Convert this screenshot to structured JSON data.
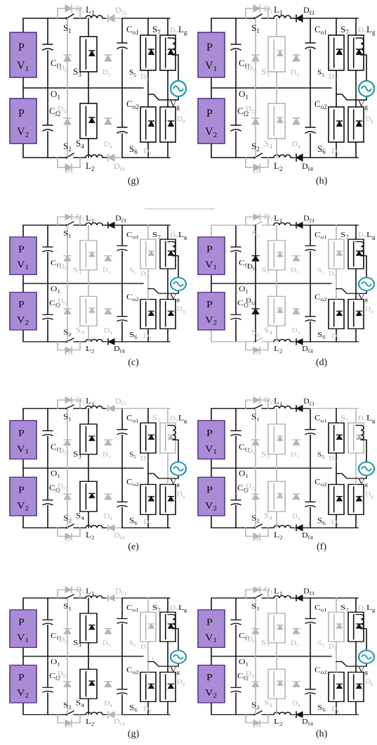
{
  "colors": {
    "source_fill": "#a98bd6",
    "source_stroke": "#4b2e83",
    "active": "#111111",
    "inactive": "#b4b4b4",
    "grid_ac": "#1a9aa6"
  },
  "source_labels": [
    {
      "p": "P",
      "v": "V",
      "sub": "1"
    },
    {
      "p": "P",
      "v": "V",
      "sub": "2"
    }
  ],
  "labels": {
    "L1": {
      "t": "L",
      "s": "1"
    },
    "L2": {
      "t": "L",
      "s": "2"
    },
    "Lg": {
      "t": "L",
      "s": "g"
    },
    "S1": {
      "t": "S",
      "s": "1"
    },
    "S2": {
      "t": "S",
      "s": "2"
    },
    "S3": {
      "t": "S",
      "s": "3"
    },
    "S4": {
      "t": "S",
      "s": "4"
    },
    "S5": {
      "t": "S",
      "s": "5"
    },
    "S6": {
      "t": "S",
      "s": "6"
    },
    "S7": {
      "t": "S",
      "s": "7"
    },
    "D1": {
      "t": "D",
      "s": "1"
    },
    "D2": {
      "t": "D",
      "s": "2"
    },
    "D3": {
      "t": "D",
      "s": "3"
    },
    "D4": {
      "t": "D",
      "s": "4"
    },
    "D5": {
      "t": "D",
      "s": "5"
    },
    "D6": {
      "t": "D",
      "s": "6"
    },
    "D7": {
      "t": "D",
      "s": "7"
    },
    "D8": {
      "t": "D",
      "s": "8"
    },
    "Df1": {
      "t": "D",
      "s": "f1"
    },
    "Df2": {
      "t": "D",
      "s": "f2"
    },
    "Df3": {
      "t": "D",
      "s": "f3"
    },
    "Df4": {
      "t": "D",
      "s": "f4"
    },
    "Cf1": {
      "t": "C",
      "s": "f1"
    },
    "Cf2": {
      "t": "C",
      "s": "f2"
    },
    "Co1": {
      "t": "C",
      "s": "o1"
    },
    "Co2": {
      "t": "C",
      "s": "o2"
    },
    "O1": {
      "t": "O",
      "s": "1"
    },
    "Vg": {
      "t": "V",
      "s": "g"
    }
  },
  "panels": [
    {
      "caption": "(g)",
      "active": [
        "L1",
        "L2",
        "S1",
        "S2",
        "S3",
        "S4",
        "S5",
        "S6",
        "S7",
        "Co1",
        "Co2",
        "Cf1",
        "Cf2",
        "O1",
        "Lg",
        "Vg"
      ]
    },
    {
      "caption": "(h)",
      "active": [
        "L1",
        "L2",
        "S1",
        "S2",
        "S5",
        "S6",
        "S7",
        "Co1",
        "Co2",
        "Cf1",
        "Cf2",
        "O1",
        "Df3",
        "Df4",
        "Lg",
        "Vg"
      ]
    },
    {
      "caption": "(c)",
      "active": [
        "L1",
        "L2",
        "S1",
        "S2",
        "S6",
        "S7",
        "Co1",
        "Co2",
        "Cf1",
        "Cf2",
        "O1",
        "Df3",
        "Df4",
        "Lg",
        "Vg"
      ]
    },
    {
      "caption": "(d)",
      "active": [
        "L1",
        "L2",
        "S6",
        "S7",
        "Co1",
        "Co2",
        "Cf1",
        "Cf2",
        "O1",
        "Df1",
        "Df2",
        "Df3",
        "Df4",
        "Lg",
        "Vg"
      ]
    },
    {
      "caption": "(e)",
      "active": [
        "L1",
        "L2",
        "S1",
        "S2",
        "S3",
        "S4",
        "S5",
        "S6",
        "Co1",
        "Co2",
        "Cf1",
        "Cf2",
        "O1",
        "Lg",
        "Vg"
      ]
    },
    {
      "caption": "(f)",
      "active": [
        "L1",
        "L2",
        "S1",
        "S2",
        "S5",
        "S6",
        "Co1",
        "Co2",
        "Cf1",
        "Cf2",
        "O1",
        "Df3",
        "Df4",
        "Lg",
        "Vg"
      ]
    },
    {
      "caption": "(g)",
      "active": [
        "L1",
        "L2",
        "S1",
        "S2",
        "S3",
        "S4",
        "S6",
        "S7",
        "Co1",
        "Co2",
        "Cf1",
        "Cf2",
        "O1",
        "Lg",
        "Vg"
      ]
    },
    {
      "caption": "(h)",
      "active": [
        "L1",
        "L2",
        "S1",
        "S2",
        "S6",
        "S7",
        "Co1",
        "Co2",
        "Cf1",
        "Cf2",
        "O1",
        "Df3",
        "Df4",
        "Lg",
        "Vg"
      ]
    }
  ]
}
